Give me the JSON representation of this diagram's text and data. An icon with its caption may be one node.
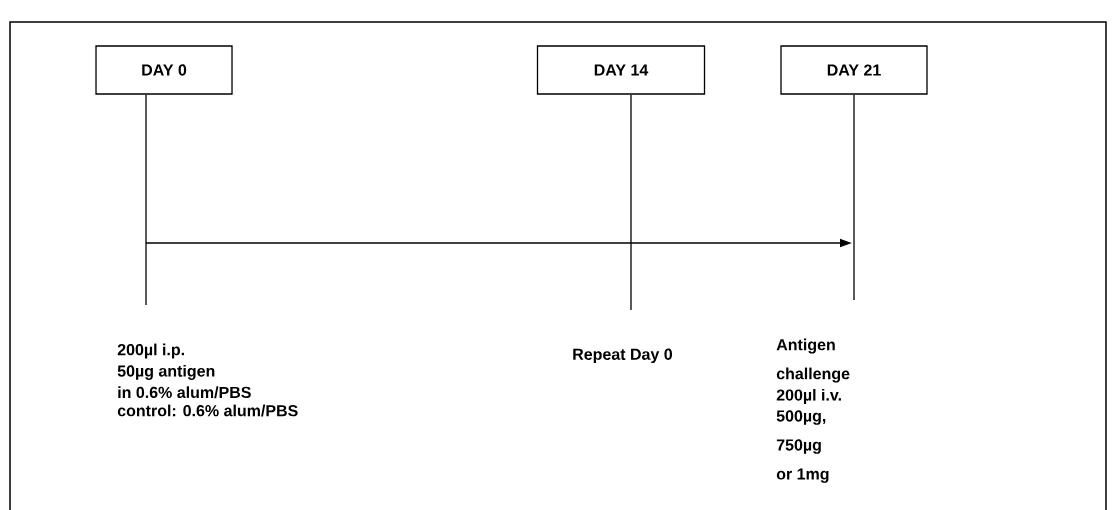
{
  "diagram": {
    "nodes": [
      {
        "text": [
          "DAY 0"
        ]
      },
      {
        "text": [
          "DAY 14"
        ]
      },
      {
        "text": [
          "DAY 21"
        ]
      },
      {
        "text": [
          "200µl i.p.",
          "50µg antigen",
          "in 0.6% alum/PBS",
          "control: 0.6% alum/PBS"
        ]
      },
      {
        "text": [
          "Repeat Day 0"
        ]
      },
      {
        "text": [
          "Antigen challenge",
          "200µl i.v.",
          "500µg, 750µg or 1mg"
        ]
      }
    ],
    "edges": [
      {
        "from": 0,
        "to": 3,
        "arrow": "none"
      },
      {
        "from": 1,
        "to": 4,
        "arrow": "none"
      },
      {
        "from": 2,
        "to": 5,
        "arrow": "none"
      }
    ]
  }
}
